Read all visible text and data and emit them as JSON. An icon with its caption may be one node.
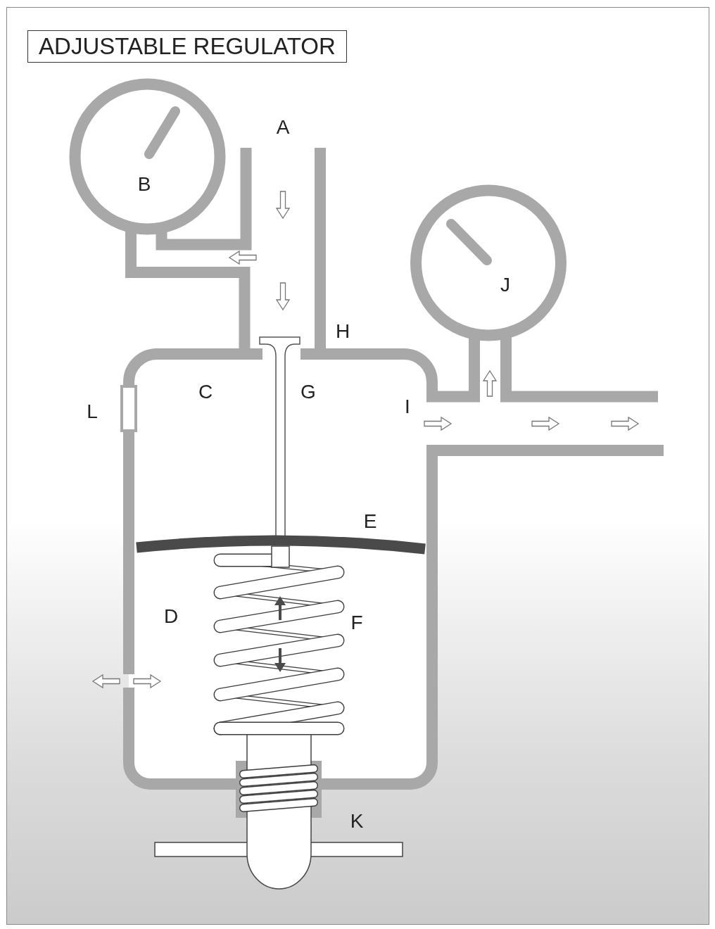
{
  "diagram": {
    "title": "ADJUSTABLE REGULATOR",
    "labels": [
      "A",
      "B",
      "J",
      "H",
      "L",
      "C",
      "G",
      "I",
      "E",
      "D",
      "F",
      "K"
    ]
  }
}
